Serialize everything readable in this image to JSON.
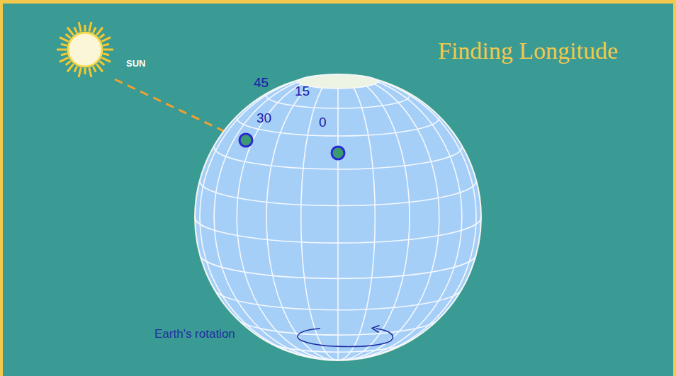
{
  "diagram": {
    "title": "Finding Longitude",
    "labels": [
      "SUN",
      "45",
      "15",
      "30",
      "0",
      "Earth's rotation"
    ]
  }
}
